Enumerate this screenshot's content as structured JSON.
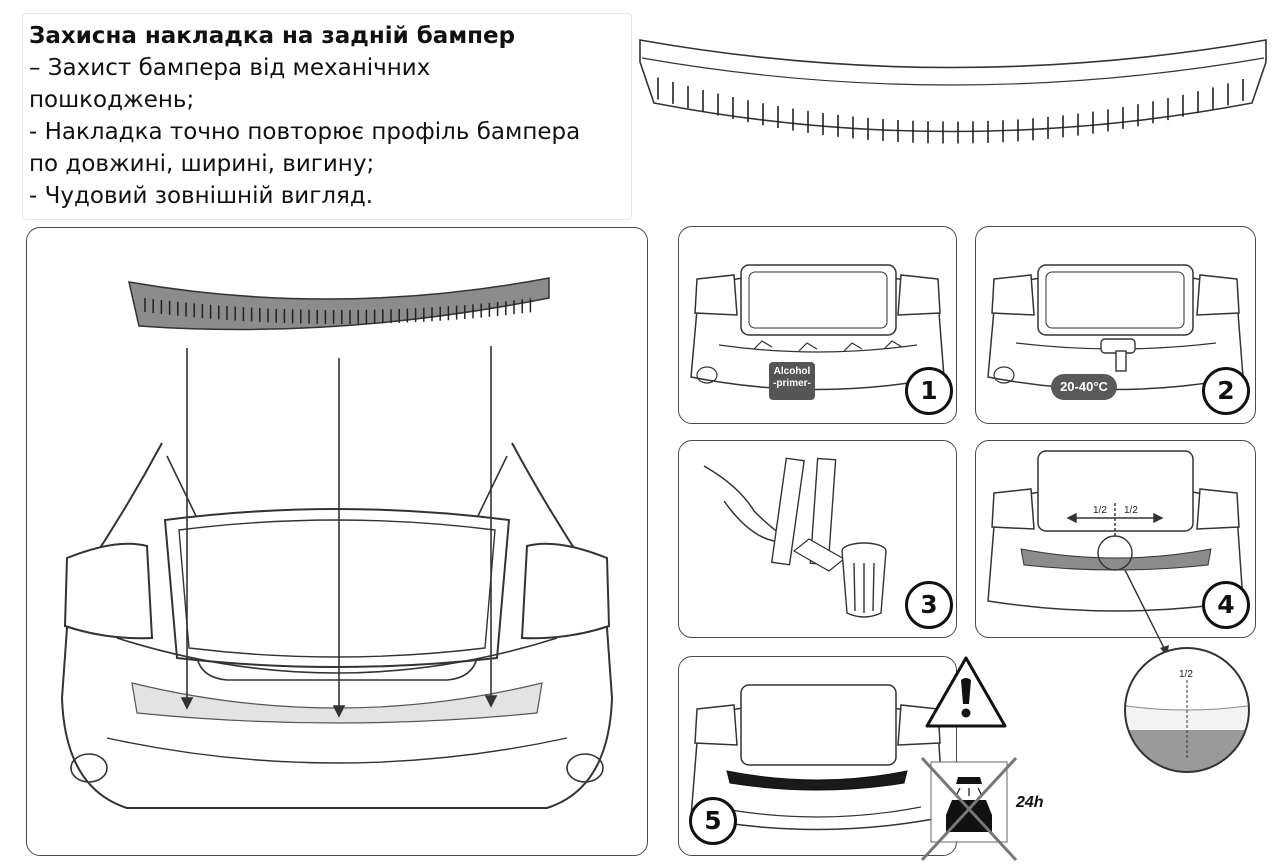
{
  "description": {
    "title": "Захисна накладка на задній бампер",
    "lines": [
      "– Захист бампера від механічних",
      "пошкоджень;",
      "- Накладка точно повторює профіль бампера",
      "по довжині, ширині, вигину;",
      "- Чудовий зовнішній вигляд."
    ]
  },
  "steps": [
    {
      "number": "1",
      "tag": "Alcohol -primer-",
      "tag_line1": "Alcohol",
      "tag_line2": "-primer-"
    },
    {
      "number": "2",
      "tag": "20-40°C"
    },
    {
      "number": "3"
    },
    {
      "number": "4",
      "half_left": "1/2",
      "half_right": "1/2",
      "zoom_label": "1/2"
    },
    {
      "number": "5",
      "wait_label": "24h"
    }
  ],
  "icons": [
    "warning-exclamation-icon",
    "no-car-wash-icon"
  ],
  "colors": {
    "outline": "#4a4a4a",
    "trim_fill": "#8c8c8c",
    "tag_fill": "#555555"
  }
}
